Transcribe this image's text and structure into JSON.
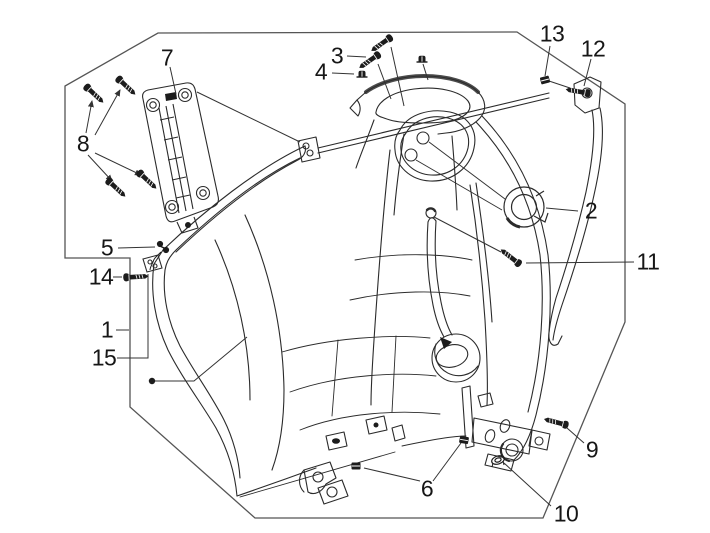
{
  "diagram": {
    "description": "Exploded-view black and white line drawing of a scooter front inner leg-shield panel with fastener and bracket callouts inside an irregular polygon frame",
    "background_color": "#ffffff",
    "line_color": "#2b2b2b",
    "frame_color": "#555555",
    "callouts": [
      {
        "label": "1"
      },
      {
        "label": "2"
      },
      {
        "label": "3"
      },
      {
        "label": "4"
      },
      {
        "label": "5"
      },
      {
        "label": "6"
      },
      {
        "label": "7"
      },
      {
        "label": "8"
      },
      {
        "label": "9"
      },
      {
        "label": "10"
      },
      {
        "label": "11"
      },
      {
        "label": "12"
      },
      {
        "label": "13"
      },
      {
        "label": "14"
      },
      {
        "label": "15"
      }
    ]
  }
}
